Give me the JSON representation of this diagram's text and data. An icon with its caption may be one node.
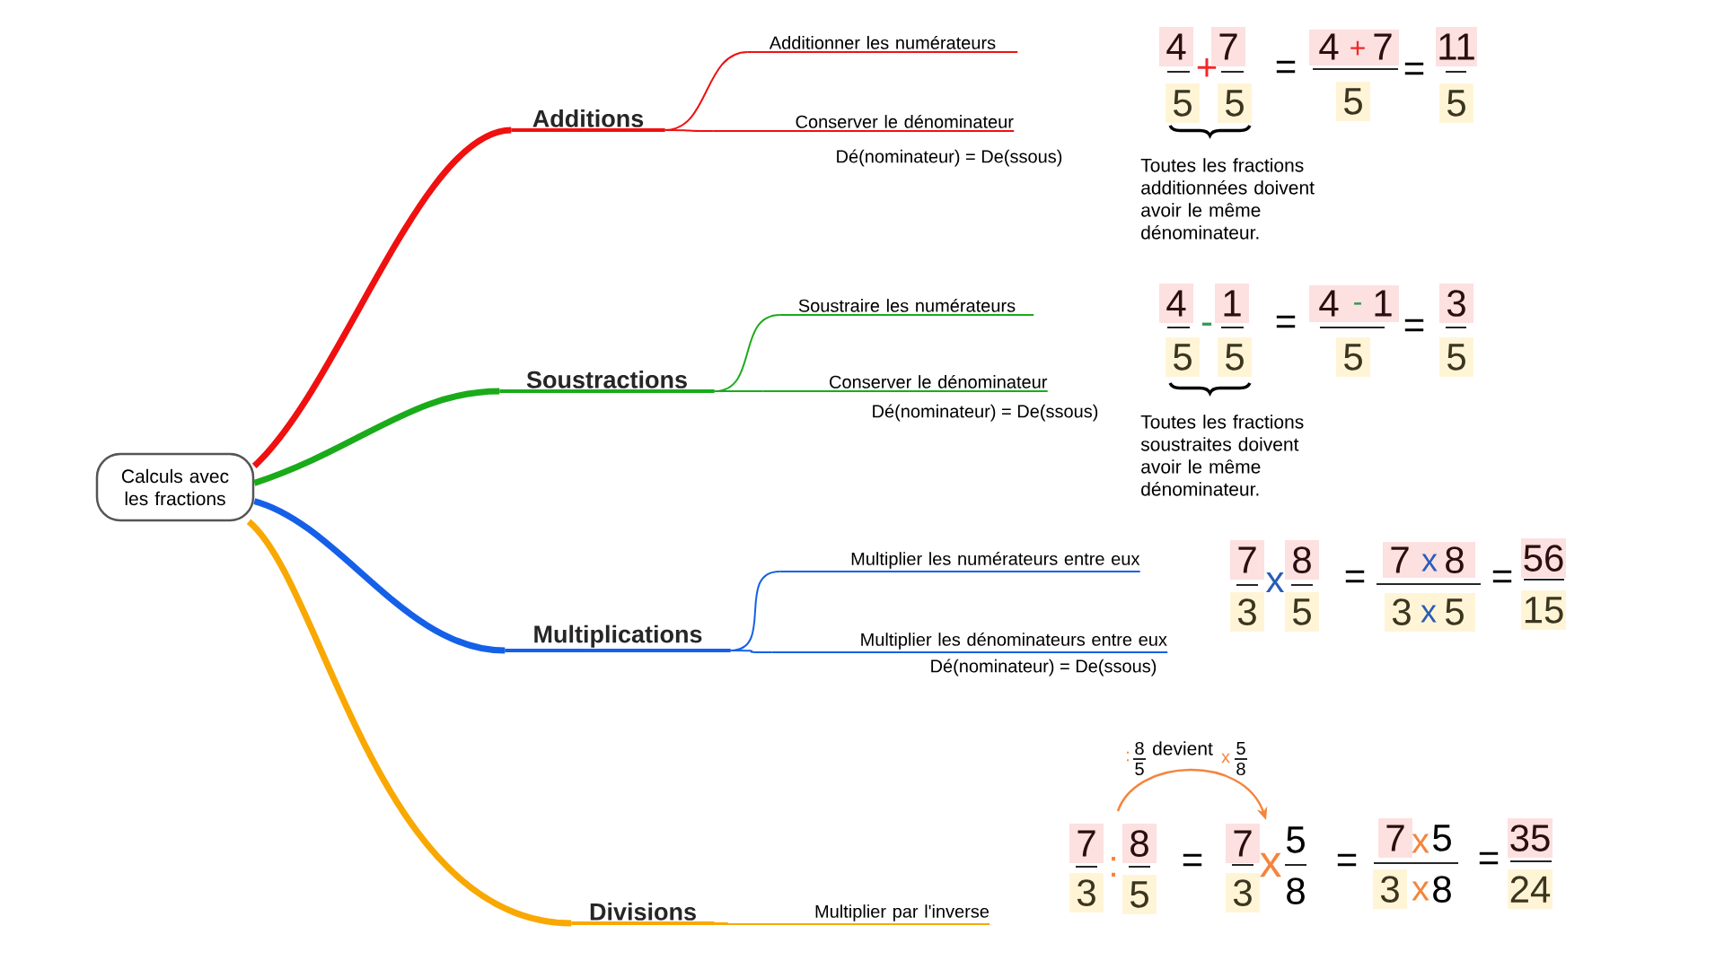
{
  "diagram": {
    "nodes": [
      {
        "text": [
          "Calculs avec les fractions"
        ]
      },
      {
        "text": [
          "Additions"
        ]
      },
      {
        "text": [
          "Additionner les numérateurs"
        ]
      },
      {
        "text": [
          "Conserver le dénominateur"
        ]
      },
      {
        "text": [
          "Soustractions"
        ]
      },
      {
        "text": [
          "Soustraire les numérateurs"
        ]
      },
      {
        "text": [
          "Conserver le dénominateur"
        ]
      },
      {
        "text": [
          "Multiplications"
        ]
      },
      {
        "text": [
          "Multiplier les numérateurs entre eux"
        ]
      },
      {
        "text": [
          "Multiplier les dénominateurs entre eux"
        ]
      },
      {
        "text": [
          "Divisions"
        ]
      },
      {
        "text": [
          "Multiplier par l'inverse"
        ]
      }
    ],
    "edges": [
      {
        "from": 0,
        "to": 1,
        "arrow": "none",
        "style": "thick",
        "color": "#f01010"
      },
      {
        "from": 1,
        "to": 2,
        "arrow": "none",
        "color": "#f01010"
      },
      {
        "from": 1,
        "to": 3,
        "arrow": "none",
        "color": "#f01010"
      },
      {
        "from": 0,
        "to": 4,
        "arrow": "none",
        "style": "thick",
        "color": "#1aab1a"
      },
      {
        "from": 4,
        "to": 5,
        "arrow": "none",
        "color": "#1aab1a"
      },
      {
        "from": 4,
        "to": 6,
        "arrow": "none",
        "color": "#1aab1a"
      },
      {
        "from": 0,
        "to": 7,
        "arrow": "none",
        "style": "thick",
        "color": "#1560e8"
      },
      {
        "from": 7,
        "to": 8,
        "arrow": "none",
        "color": "#1560e8"
      },
      {
        "from": 7,
        "to": 9,
        "arrow": "none",
        "color": "#1560e8"
      },
      {
        "from": 0,
        "to": 10,
        "arrow": "none",
        "style": "thick",
        "color": "#f9a800"
      },
      {
        "from": 10,
        "to": 11,
        "arrow": "none",
        "color": "#f9a800"
      }
    ],
    "labels": [
      "Dé(nominateur) = De(ssous)",
      "4",
      "5",
      "+",
      "7",
      "5",
      "=",
      "4",
      "+",
      "7",
      "5",
      "=",
      "11",
      "5",
      "Toutes les fractions additionnées doivent avoir le même dénominateur.",
      "Dé(nominateur) = De(ssous)",
      "4",
      "5",
      "-",
      "1",
      "5",
      "=",
      "4",
      "-",
      "1",
      "5",
      "=",
      "3",
      "5",
      "Toutes les fractions soustraites doivent avoir le même dénominateur.",
      "7",
      "3",
      "x",
      "8",
      "5",
      "=",
      "7",
      "x",
      "8",
      "3",
      "x",
      "5",
      "=",
      "56",
      "15",
      "Dé(nominateur) = De(ssous)",
      ":",
      "8",
      "5",
      "devient",
      "x",
      "5",
      "8",
      "7",
      "3",
      ":",
      "8",
      "5",
      "=",
      "7",
      "3",
      "x",
      "5",
      "8",
      "=",
      "7",
      "x",
      "5",
      "3",
      "x",
      "8",
      "=",
      "35",
      "24"
    ]
  }
}
